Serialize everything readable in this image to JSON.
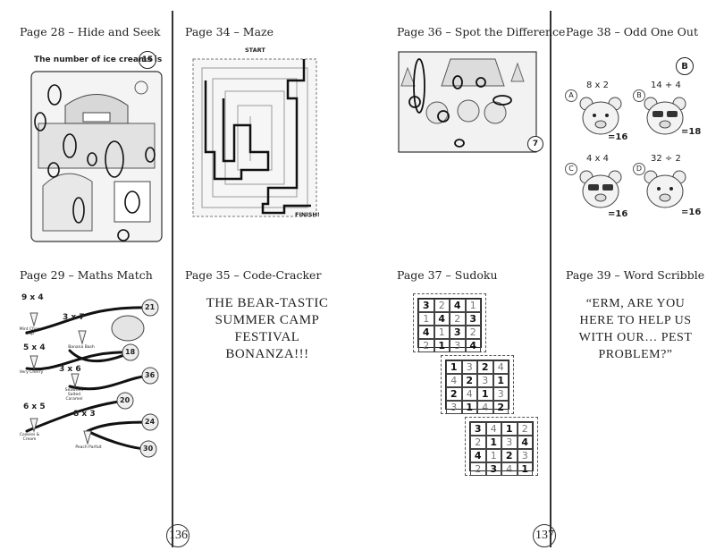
{
  "pages": {
    "left": "136",
    "right": "137"
  },
  "titles": {
    "p28": "Page 28 – Hide and Seek",
    "p34": "Page 34 – Maze",
    "p36": "Page 36 – Spot the Difference",
    "p38": "Page 38 – Odd One Out",
    "p29": "Page 29 – Maths Match",
    "p35": "Page 35 – Code-Cracker",
    "p37": "Page 37 – Sudoku",
    "p39": "Page 39 – Word Scribble"
  },
  "hide_seek": {
    "caption": "The number of ice creams is",
    "answer": "15"
  },
  "maze": {
    "start": "START",
    "finish": "FINISH!"
  },
  "spot": {
    "answer": "7"
  },
  "odd_one_out": {
    "answer": "B",
    "items": [
      {
        "letter": "A",
        "sum": "8 x 2",
        "result": "=16"
      },
      {
        "letter": "B",
        "sum": "14 + 4",
        "result": "=18"
      },
      {
        "letter": "C",
        "sum": "4 x 4",
        "result": "=16"
      },
      {
        "letter": "D",
        "sum": "32 ÷ 2",
        "result": "=16"
      }
    ]
  },
  "maths_match": {
    "sums": [
      "9 x 4",
      "3 x 7",
      "5 x 4",
      "3 x 6",
      "6 x 5",
      "8 x 3"
    ],
    "flavours": [
      "Mint Choc Chip",
      "Banana Bash",
      "Very Cherry",
      "Seaweed Salted Caramel",
      "Cookies & Cream",
      "Peach Parfait"
    ],
    "results": [
      "21",
      "18",
      "36",
      "20",
      "24",
      "30"
    ]
  },
  "code_cracker": {
    "lines": [
      "THE BEAR-TASTIC",
      "SUMMER CAMP",
      "FESTIVAL",
      "BONANZA!!!"
    ]
  },
  "word_scribble": {
    "lines": [
      "“ERM, ARE YOU",
      "HERE TO HELP US",
      "WITH OUR… PEST",
      "PROBLEM?”"
    ]
  },
  "sudoku": {
    "grids": [
      [
        [
          "3",
          "2",
          "4",
          "1"
        ],
        [
          "1",
          "4",
          "2",
          "3"
        ],
        [
          "4",
          "1",
          "3",
          "2"
        ],
        [
          "2",
          "1",
          "3",
          "4"
        ]
      ],
      [
        [
          "1",
          "3",
          "2",
          "4"
        ],
        [
          "4",
          "2",
          "3",
          "1"
        ],
        [
          "2",
          "4",
          "1",
          "3"
        ],
        [
          "3",
          "1",
          "4",
          "2"
        ]
      ],
      [
        [
          "3",
          "4",
          "1",
          "2"
        ],
        [
          "2",
          "1",
          "3",
          "4"
        ],
        [
          "4",
          "1",
          "2",
          "3"
        ],
        [
          "2",
          "3",
          "4",
          "1"
        ]
      ]
    ]
  }
}
